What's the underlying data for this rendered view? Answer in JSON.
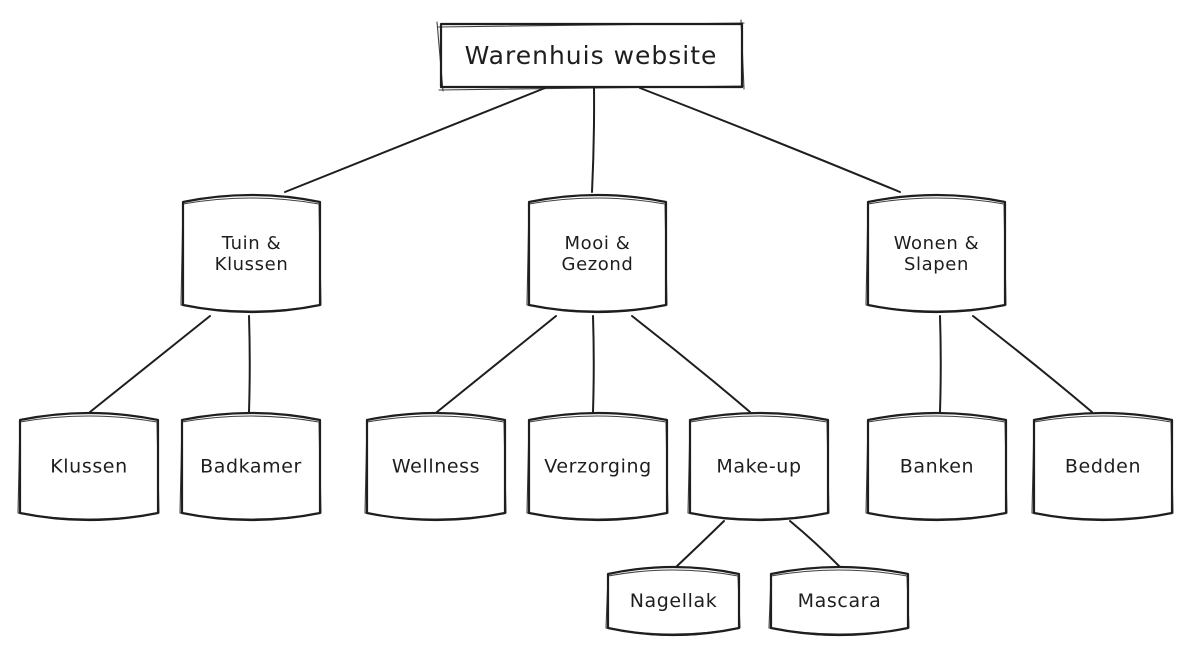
{
  "root": {
    "id": "root",
    "label": "Warenhuis website"
  },
  "nodes": [
    {
      "id": "tuin",
      "lines": [
        "Tuin &",
        "Klussen"
      ],
      "parent": "root"
    },
    {
      "id": "mooi",
      "lines": [
        "Mooi &",
        "Gezond"
      ],
      "parent": "root"
    },
    {
      "id": "wonen",
      "lines": [
        "Wonen &",
        "Slapen"
      ],
      "parent": "root"
    },
    {
      "id": "klussen",
      "lines": [
        "Klussen"
      ],
      "parent": "tuin"
    },
    {
      "id": "badkamer",
      "lines": [
        "Badkamer"
      ],
      "parent": "tuin"
    },
    {
      "id": "wellness",
      "lines": [
        "Wellness"
      ],
      "parent": "mooi"
    },
    {
      "id": "verzorging",
      "lines": [
        "Verzorging"
      ],
      "parent": "mooi"
    },
    {
      "id": "makeup",
      "lines": [
        "Make-up"
      ],
      "parent": "mooi"
    },
    {
      "id": "banken",
      "lines": [
        "Banken"
      ],
      "parent": "wonen"
    },
    {
      "id": "bedden",
      "lines": [
        "Bedden"
      ],
      "parent": "wonen"
    },
    {
      "id": "nagellak",
      "lines": [
        "Nagellak"
      ],
      "parent": "makeup"
    },
    {
      "id": "mascara",
      "lines": [
        "Mascara"
      ],
      "parent": "makeup"
    }
  ]
}
